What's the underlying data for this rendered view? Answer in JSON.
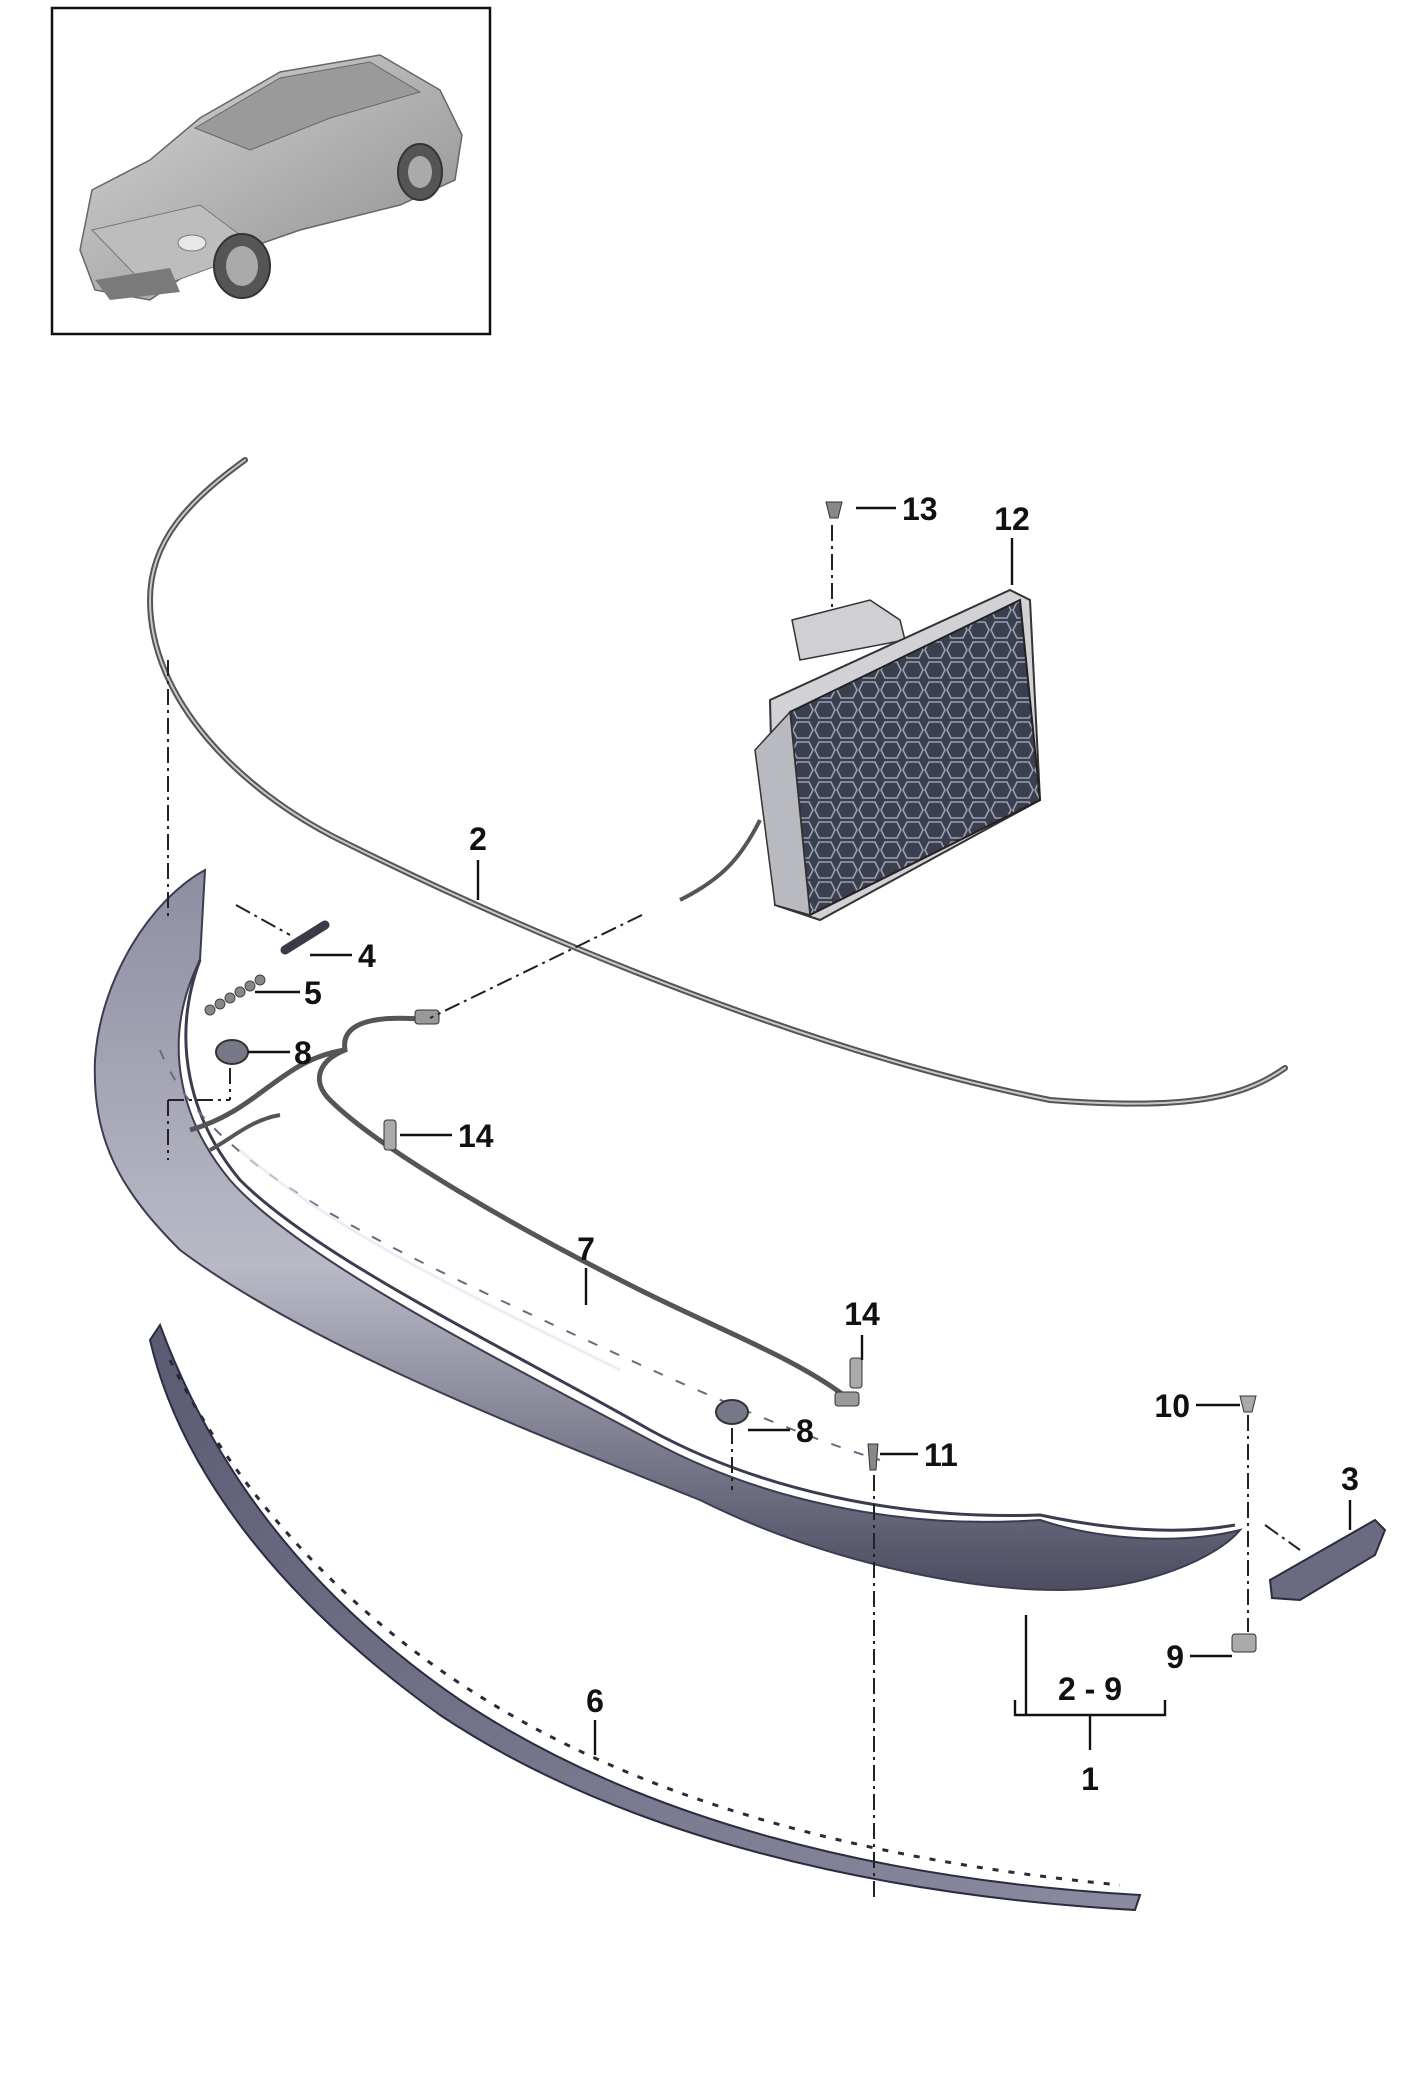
{
  "thumbnail": {
    "name": "vehicle-overview-thumbnail"
  },
  "callouts": {
    "c1": "1",
    "c2": "2",
    "c2_9": "2 - 9",
    "c3": "3",
    "c4": "4",
    "c5": "5",
    "c6": "6",
    "c7": "7",
    "c8a": "8",
    "c8b": "8",
    "c9": "9",
    "c10": "10",
    "c11": "11",
    "c12": "12",
    "c13": "13",
    "c14a": "14",
    "c14b": "14"
  },
  "colors": {
    "line": "#111111",
    "part_dark": "#4a4a5e",
    "part_mid": "#8d8da0",
    "part_light": "#cfcfd8",
    "module_face": "#3a3f4f",
    "module_body": "#d8d8dc"
  }
}
